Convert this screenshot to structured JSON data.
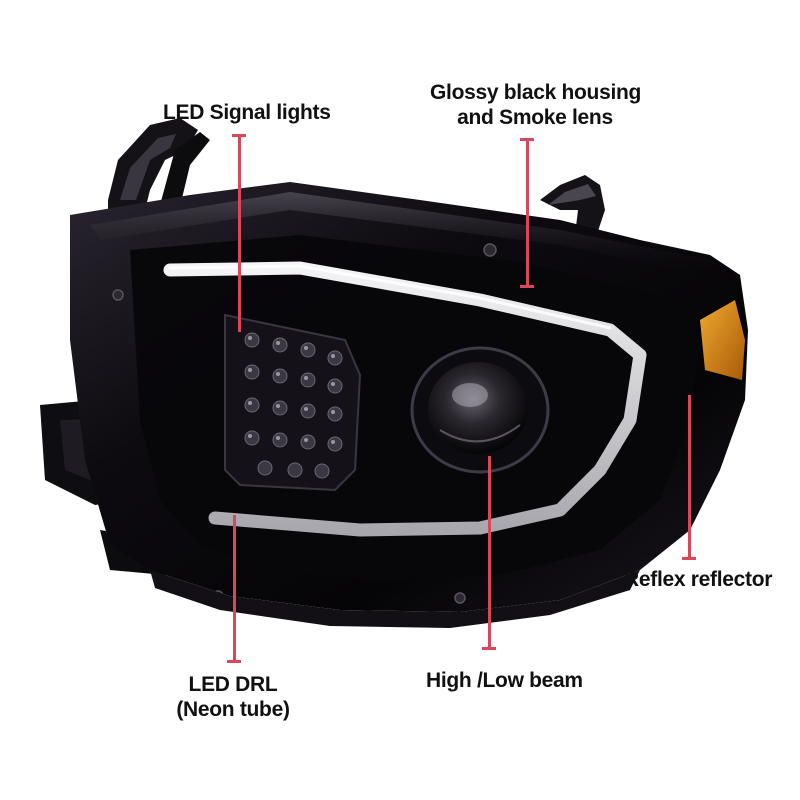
{
  "callouts": {
    "led_signal": {
      "text": "LED Signal lights"
    },
    "housing": {
      "line1": "Glossy black housing",
      "line2": "and Smoke lens"
    },
    "reflector": {
      "text": "Reflex reflector"
    },
    "drl": {
      "line1": "LED DRL",
      "line2": "(Neon tube)"
    },
    "beam": {
      "text": "High /Low beam"
    }
  },
  "colors": {
    "pointer": "#d9485a",
    "housing": "#0b0a0d",
    "drl_tube": "#d8d8dc",
    "amber": "#d88a12"
  }
}
